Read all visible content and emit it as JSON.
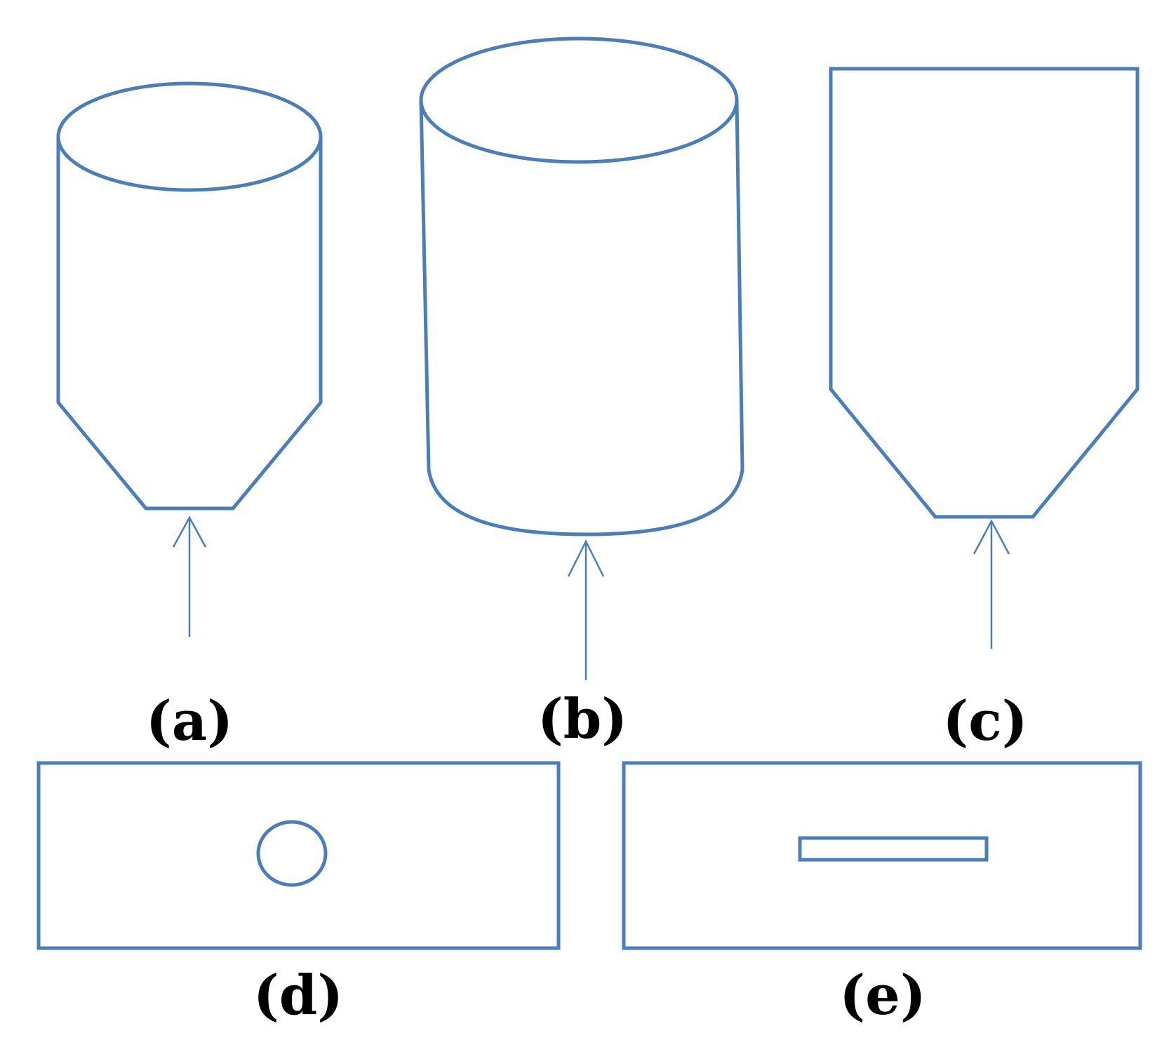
{
  "colors": {
    "stroke": "#4A7EBB",
    "label": "#000000",
    "background": "#ffffff"
  },
  "panels": {
    "a": {
      "label": "(a)",
      "shape": "cylindrical-silo-conical-hopper"
    },
    "b": {
      "label": "(b)",
      "shape": "flat-bottom-cylindrical-silo"
    },
    "c": {
      "label": "(c)",
      "shape": "rectangular-bin-hopper-front-view"
    },
    "d": {
      "label": "(d)",
      "shape": "circular-outlet-plate"
    },
    "e": {
      "label": "(e)",
      "shape": "slot-outlet-plate"
    }
  }
}
